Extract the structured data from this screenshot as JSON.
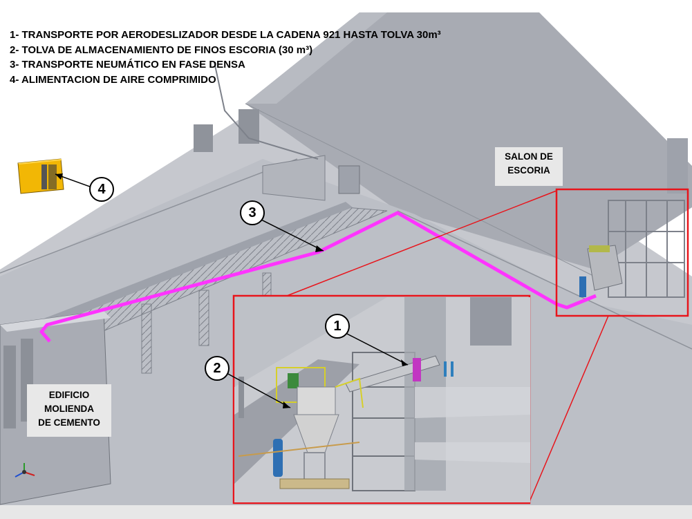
{
  "legend": {
    "item1": "1- TRANSPORTE POR AERODESLIZADOR DESDE LA CADENA 921 HASTA TOLVA 30m³",
    "item2": "2- TOLVA DE ALMACENAMIENTO DE FINOS ESCORIA (30 m³)",
    "item3": "3- TRANSPORTE NEUMÁTICO EN FASE DENSA",
    "item4": "4- ALIMENTACION DE AIRE COMPRIMIDO"
  },
  "labels": {
    "salon_line1": "SALON DE",
    "salon_line2": "ESCORIA",
    "edificio_line1": "EDIFICIO",
    "edificio_line2": "MOLIENDA",
    "edificio_line3": "DE CEMENTO"
  },
  "callouts": {
    "c1": "1",
    "c2": "2",
    "c3": "3",
    "c4": "4"
  },
  "colors": {
    "pipeline": "#ff33ff",
    "highlight_frame": "#e8141b",
    "compressor": "#f2b705",
    "structure": "#b9bcc4"
  }
}
